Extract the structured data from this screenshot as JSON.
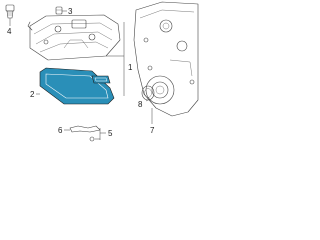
{
  "callouts": {
    "c1": "1",
    "c2": "2",
    "c3": "3",
    "c4": "4",
    "c5": "5",
    "c6": "6",
    "c7": "7",
    "c8": "8"
  },
  "colors": {
    "highlight": "#2a8fb8",
    "line": "#444444",
    "background": "#ffffff"
  }
}
